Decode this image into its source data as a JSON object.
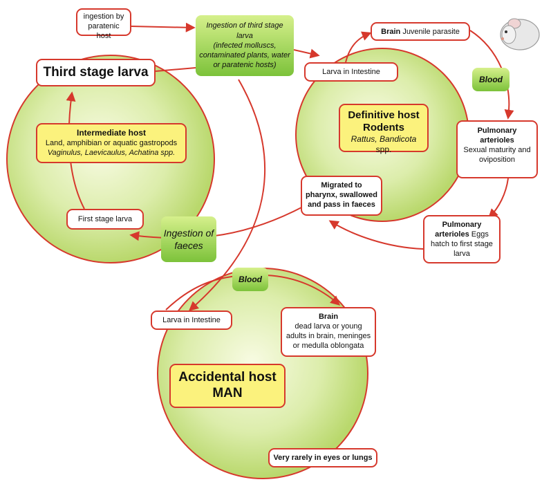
{
  "third_stage_larva": "Third stage larva",
  "ingestion_by_paratenic_host": "ingestion by paratenic host",
  "ingestion_of_third_stage_larva": {
    "title": "Ingestion of third stage larva",
    "detail": "(infected molluscs, contaminated plants, water or paratenic hosts)"
  },
  "intermediate_host": {
    "title": "Intermediate host",
    "line1": "Land, amphibian or aquatic gastropods",
    "line2": "Vaginulus, Laevicaulus, Achatina spp."
  },
  "first_stage_larva": "First stage larva",
  "ingestion_of_faeces": "Ingestion of faeces",
  "definitive": {
    "brain_label": "Brain",
    "brain_text": "Juvenile parasite",
    "larva_intestine": "Larva in Intestine",
    "blood": "Blood",
    "host_title": "Definitive host Rodents",
    "host_species_italic": "Rattus, Bandicota",
    "host_species_suffix": " spp.",
    "pulm1_label": "Pulmonary arterioles",
    "pulm1_text": "Sexual maturity and oviposition",
    "pulm2_label": "Pulmonary arterioles",
    "pulm2_text": "Eggs hatch to first stage larva",
    "migrated": "Migrated to pharynx, swallowed and pass in faeces"
  },
  "accidental": {
    "blood": "Blood",
    "larva_intestine": "Larva in Intestine",
    "brain_label": "Brain",
    "brain_text": "dead larva or young adults in brain, meninges or medulla oblongata",
    "host_title": "Accidental host MAN",
    "rarely": "Very rarely in eyes or lungs"
  },
  "colors": {
    "arrow": "#d6382c",
    "circle_fill_light": "#f4f8d8",
    "circle_fill_dark": "#bddb72",
    "box_yellow": "#fbf27d",
    "green_button": "#7cc23a"
  },
  "icons": [
    "rat-icon"
  ]
}
